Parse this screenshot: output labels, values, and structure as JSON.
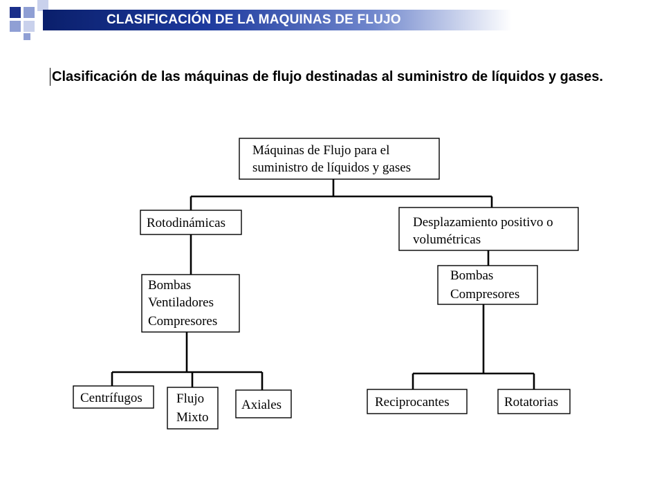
{
  "slide": {
    "title": "CLASIFICACIÓN DE LA MAQUINAS DE FLUJO",
    "heading": "Clasificación de las máquinas de flujo destinadas al suministro de líquidos y gases."
  },
  "diagram": {
    "root": [
      "Máquinas de Flujo para el",
      "suministro de líquidos y gases"
    ],
    "left_branch": [
      "Rotodinámicas"
    ],
    "left_types": [
      "Bombas",
      "Ventiladores",
      "Compresores"
    ],
    "left_leaves": [
      [
        "Centrífugos"
      ],
      [
        "Flujo",
        "Mixto"
      ],
      [
        "Axiales"
      ]
    ],
    "right_branch": [
      "Desplazamiento positivo o",
      "volumétricas"
    ],
    "right_types": [
      "Bombas",
      "Compresores"
    ],
    "right_leaves": [
      [
        "Reciprocantes"
      ],
      [
        "Rotatorias"
      ]
    ]
  },
  "colors": {
    "banner_dark": "#0a1f6b",
    "banner_text": "#ffffff",
    "square_dark": "#1a2f8a",
    "square_light": "#8f9fd4"
  }
}
